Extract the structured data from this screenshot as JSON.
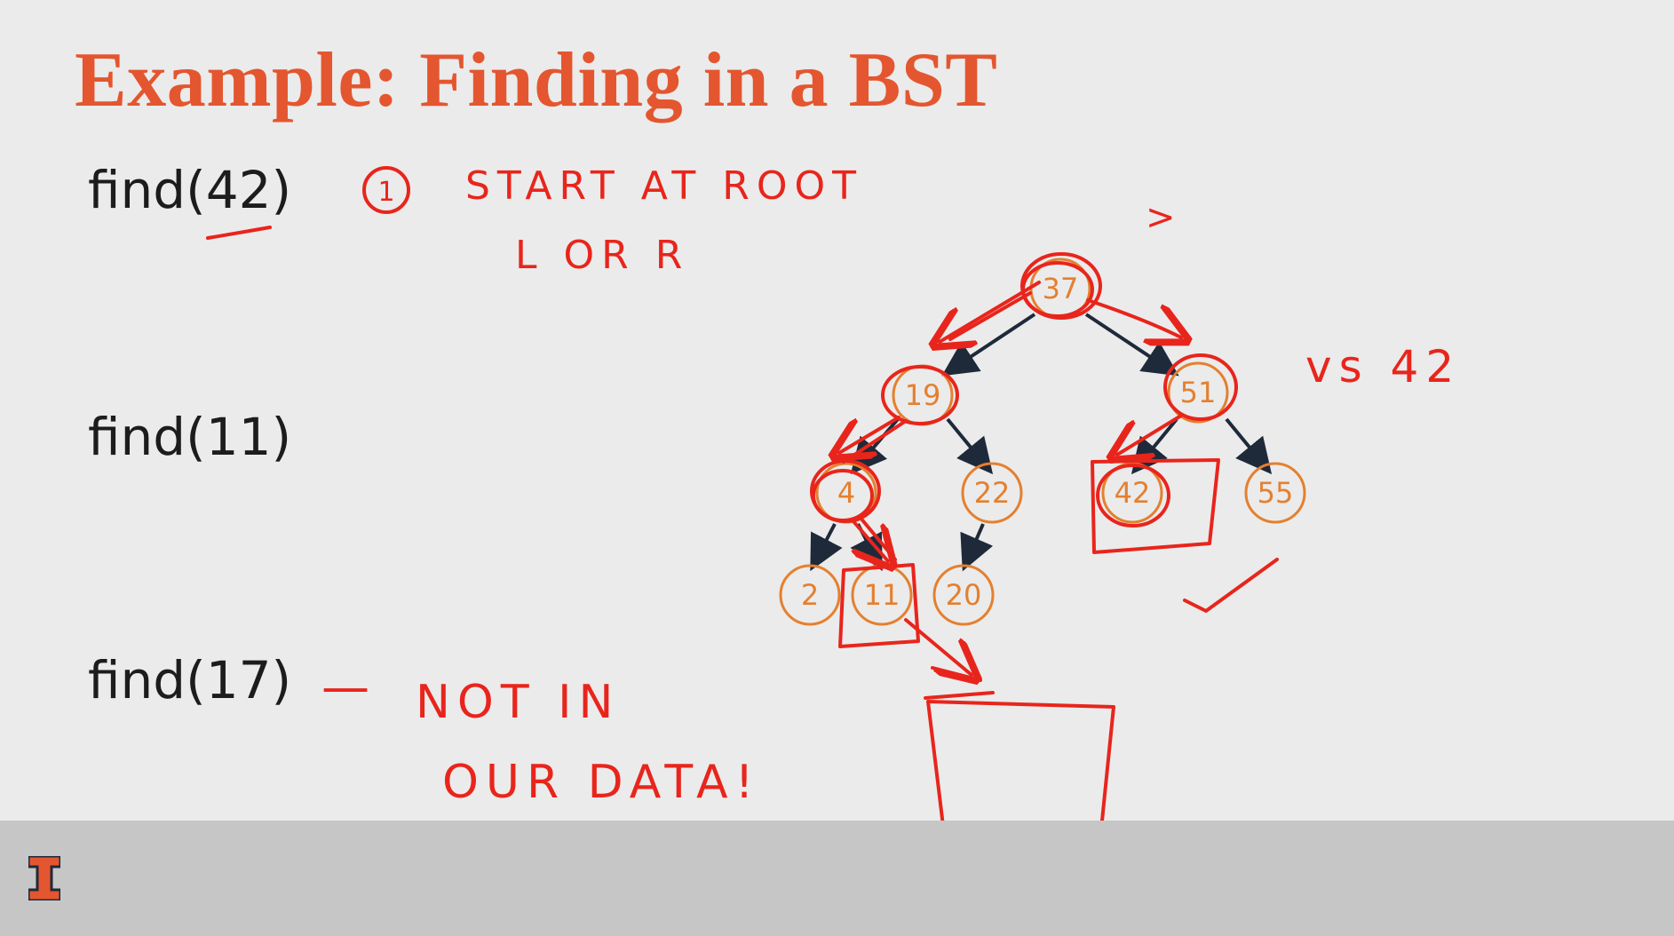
{
  "slide": {
    "title": "Example: Finding in a BST"
  },
  "find_calls": [
    {
      "label": "find(42)"
    },
    {
      "label": "find(11)"
    },
    {
      "label": "find(17)"
    }
  ],
  "tree": {
    "root": "37",
    "nodes": [
      "37",
      "19",
      "51",
      "4",
      "22",
      "42",
      "55",
      "2",
      "11",
      "20"
    ],
    "edges": [
      [
        "37",
        "19"
      ],
      [
        "37",
        "51"
      ],
      [
        "19",
        "4"
      ],
      [
        "19",
        "22"
      ],
      [
        "51",
        "42"
      ],
      [
        "51",
        "55"
      ],
      [
        "4",
        "2"
      ],
      [
        "4",
        "11"
      ],
      [
        "22",
        "20"
      ]
    ],
    "node_color": "#e4802f",
    "edge_color": "#1e2a3a"
  },
  "annotations": {
    "step_number": "1",
    "step_text": "START AT ROOT",
    "direction_text": "L OR R",
    "greater_mark": ">",
    "compare_text": "vs 42",
    "dash": "—",
    "not_found_line1": "NOT IN",
    "not_found_line2": "OUR DATA!",
    "ink_color": "#e8251c"
  },
  "footer": {
    "logo_icon": "illinois-block-i-icon",
    "logo_color": "#e4562f"
  }
}
